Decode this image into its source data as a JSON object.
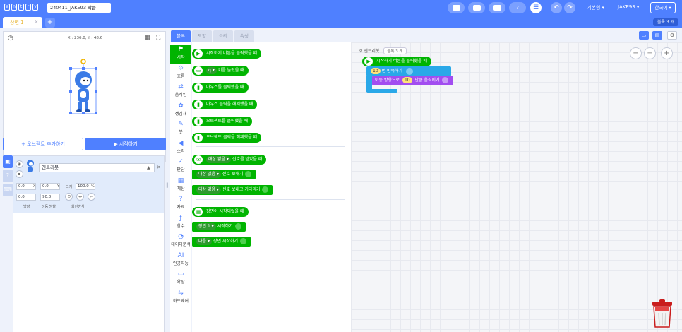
{
  "app": {
    "logo_letters": [
      "e",
      "n",
      "t",
      "r",
      "y"
    ],
    "project_title": "240411_JAKE93 작품",
    "mode_label": "기본형 ▾",
    "user_label": "JAKE93 ▾",
    "language": "한국어 ▾",
    "accent_color": "#4f80ff",
    "start_color": "#00b400"
  },
  "scene": {
    "tab_label": "장면 1",
    "close_glyph": "✕",
    "add_glyph": "+",
    "block_count": "블록 3 개"
  },
  "stage": {
    "coords": "X : 236.8, Y : 48.6",
    "add_object_label": "+ 오브젝트 추가하기",
    "start_label": "▶ 시작하기"
  },
  "object": {
    "name": "엔트리봇",
    "x": "0.0",
    "y": "0.0",
    "size": "100.0",
    "direction": "0.0",
    "move_direction": "90.0",
    "x_unit": "X",
    "y_unit": "Y",
    "size_label": "크기",
    "size_unit": "%",
    "direction_label": "방향",
    "move_direction_label": "이동 방향",
    "rotation_label": "회전방식"
  },
  "block_tabs": [
    "블록",
    "모양",
    "소리",
    "속성"
  ],
  "categories": [
    {
      "label": "시작",
      "icon": "flag-icon",
      "glyph": "⚑"
    },
    {
      "label": "흐름",
      "icon": "flow-icon",
      "glyph": "⟐"
    },
    {
      "label": "움직임",
      "icon": "move-icon",
      "glyph": "⇄"
    },
    {
      "label": "생김새",
      "icon": "looks-icon",
      "glyph": "✿"
    },
    {
      "label": "붓",
      "icon": "brush-icon",
      "glyph": "✎"
    },
    {
      "label": "소리",
      "icon": "sound-icon",
      "glyph": "◀"
    },
    {
      "label": "판단",
      "icon": "judge-icon",
      "glyph": "✓"
    },
    {
      "label": "계산",
      "icon": "calc-icon",
      "glyph": "▦"
    },
    {
      "label": "자료",
      "icon": "data-icon",
      "glyph": "?"
    },
    {
      "label": "함수",
      "icon": "function-icon",
      "glyph": "ƒ"
    },
    {
      "label": "데이터분석",
      "icon": "analysis-icon",
      "glyph": "◔"
    },
    {
      "label": "인공지능",
      "icon": "ai-icon",
      "glyph": "AI"
    },
    {
      "label": "확장",
      "icon": "extension-icon",
      "glyph": "▭"
    },
    {
      "label": "하드웨어",
      "icon": "hardware-icon",
      "glyph": "⇋"
    }
  ],
  "palette": {
    "b1": "시작하기 버튼을 클릭했을 때",
    "b2_pill": "q ▾",
    "b2": "키를 눌렀을 때",
    "b3": "마우스를 클릭했을 때",
    "b4": "마우스 클릭을 해제했을 때",
    "b5": "오브젝트를 클릭했을 때",
    "b6": "오브젝트 클릭을 해제했을 때",
    "b7_pill": "대상 없음 ▾",
    "b7": "신호를 받았을 때",
    "b8_pill": "대상 없음 ▾",
    "b8": "신호 보내기",
    "b9_pill": "대상 없음 ▾",
    "b9": "신호 보내고 기다리기",
    "b10": "장면이 시작되었을 때",
    "b11_pill": "장면 1 ▾",
    "b11": "시작하기",
    "b12_pill": "다음 ▾",
    "b12": "장면 시작하기"
  },
  "workspace": {
    "object_label": "엔트리봇",
    "count_label": "블록 3 개",
    "start_block": "시작하기 버튼을 클릭했을 때",
    "repeat_count": "10",
    "repeat_label": "번 반복하기",
    "move_prefix": "이동 방향으로",
    "move_value": "10",
    "move_suffix": "만큼 움직이기",
    "zoom_out": "−",
    "zoom_reset": "=",
    "zoom_in": "+"
  }
}
